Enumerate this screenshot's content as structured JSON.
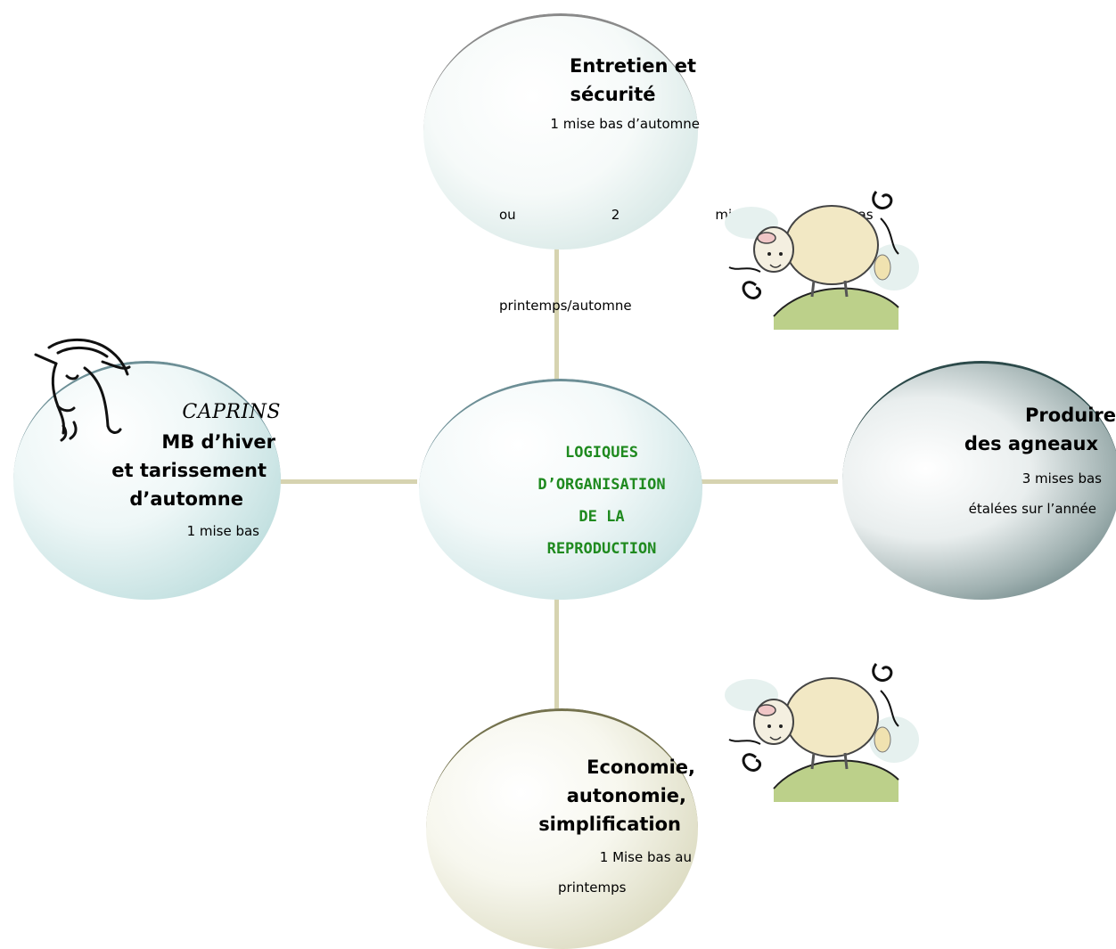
{
  "center": {
    "lines": [
      "LOGIQUES",
      "D’ORGANISATION",
      "DE LA",
      "REPRODUCTION"
    ],
    "color": "#1f8a1f"
  },
  "top": {
    "title_lines": [
      "Entretien et",
      "sécurité"
    ],
    "body_lines": [
      "1 mise bas d’automne",
      "ou    2    mises    bas",
      "printemps/automne"
    ]
  },
  "left": {
    "tag": "CAPRINS",
    "title_lines": [
      "MB d’hiver",
      "et tarissement",
      "d’automne"
    ],
    "body_lines": [
      "1 mise bas"
    ]
  },
  "right": {
    "title_lines": [
      "Produire",
      "des agneaux"
    ],
    "body_lines": [
      "3 mises bas",
      "étalées sur l’année"
    ]
  },
  "bottom": {
    "title_lines": [
      "Economie,",
      "autonomie,",
      "simplification"
    ],
    "body_lines": [
      "1 Mise bas au",
      "printemps"
    ]
  },
  "icons": [
    "goat-head-icon",
    "sheep-icon",
    "sheep-icon"
  ],
  "colors": {
    "connector": "#d6d3b0",
    "circle_teal": "#a9d4d4",
    "circle_dark": "#2f4f4f",
    "circle_olive": "#b9b88c"
  }
}
